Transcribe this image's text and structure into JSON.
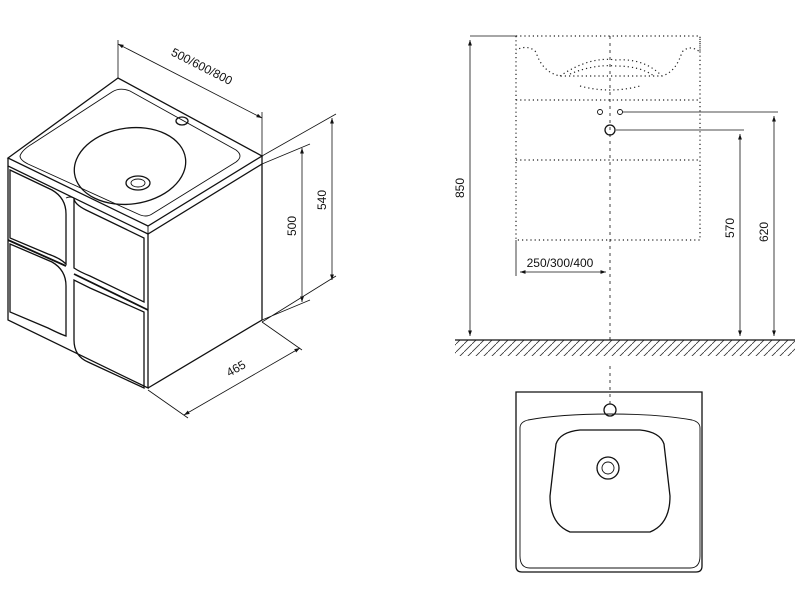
{
  "dimensions": {
    "width_options": "500/600/800",
    "depth": "465",
    "cabinet_height": "500",
    "total_side_height": "540",
    "overall_height": "850",
    "drain_height": "570",
    "supply_height": "620",
    "drain_offset_options": "250/300/400"
  }
}
